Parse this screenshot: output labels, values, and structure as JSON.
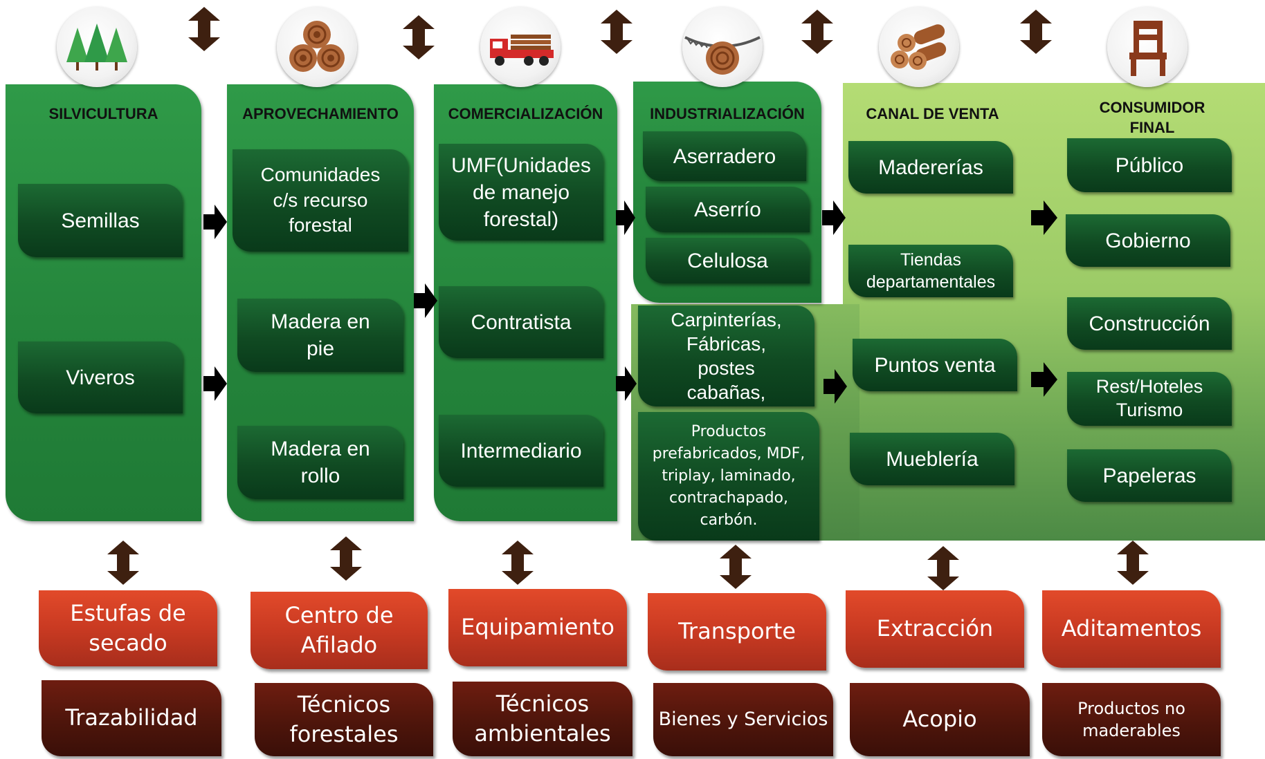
{
  "colors": {
    "green": "#24843b",
    "dark_green": "#0e4520",
    "red": "#c93a22",
    "dark_brown": "#4e150b",
    "arrow": "#3e2010"
  },
  "icons": [
    "pine-trees-icon",
    "log-pile-icon",
    "logging-truck-icon",
    "sawmill-icon",
    "stacked-logs-icon",
    "chair-icon"
  ],
  "columns": [
    {
      "header": "SILVICULTURA",
      "items": [
        "Semillas",
        "Viveros"
      ]
    },
    {
      "header": "APROVECHAMIENTO",
      "items": [
        "Comunidades\nc/s recurso\nforestal",
        "Madera en\npie",
        "Madera en\nrollo"
      ]
    },
    {
      "header": "COMERCIALIZACIÓN",
      "items": [
        "UMF(Unidades\nde manejo\nforestal)",
        "Contratista",
        "Intermediario"
      ]
    },
    {
      "header": "INDUSTRIALIZACIÓN",
      "items": [
        "Aserradero",
        "Aserrío",
        "Celulosa",
        "Carpinterías,\nFábricas,\npostes\ncabañas,",
        "Productos\nprefabricados, MDF,\ntriplay, laminado,\ncontrachapado,\ncarbón."
      ]
    },
    {
      "header": "CANAL DE VENTA",
      "items": [
        "Madererías",
        "Tiendas\ndepartamentales",
        "Puntos venta",
        "Mueblería"
      ]
    },
    {
      "header": "CONSUMIDOR\nFINAL",
      "items": [
        "Público",
        "Gobierno",
        "Construcción",
        "Rest/Hoteles\nTurismo",
        "Papeleras"
      ]
    }
  ],
  "support_red": [
    "Estufas de\nsecado",
    "Centro de\nAfilado",
    "Equipamiento",
    "Transporte",
    "Extracción",
    "Aditamentos"
  ],
  "support_brown": [
    "Trazabilidad",
    "Técnicos\nforestales",
    "Técnicos\nambientales",
    "Bienes y Servicios",
    "Acopio",
    "Productos no\nmaderables"
  ]
}
